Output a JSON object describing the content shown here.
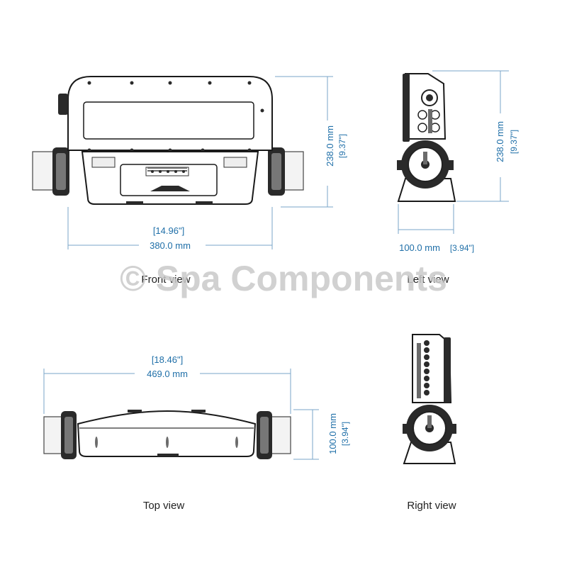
{
  "watermark": "© Spa Components",
  "views": {
    "front": {
      "caption": "Front view",
      "width_in": "[14.96\"]",
      "width_mm": "380.0 mm",
      "height_mm": "238.0 mm",
      "height_in": "[9.37\"]"
    },
    "left": {
      "caption": "Left view",
      "height_mm": "238.0 mm",
      "height_in": "[9.37\"]",
      "depth_mm": "100.0 mm",
      "depth_in": "[3.94\"]"
    },
    "top": {
      "caption": "Top view",
      "width_in": "[18.46\"]",
      "width_mm": "469.0 mm",
      "depth_mm": "100.0 mm",
      "depth_in": "[3.94\"]"
    },
    "right": {
      "caption": "Right view"
    }
  },
  "colors": {
    "dimension": "#1f6fa8",
    "dimension_line": "#7aa6c9",
    "outline": "#1a1a1a",
    "watermark": "#c9c9c9"
  }
}
